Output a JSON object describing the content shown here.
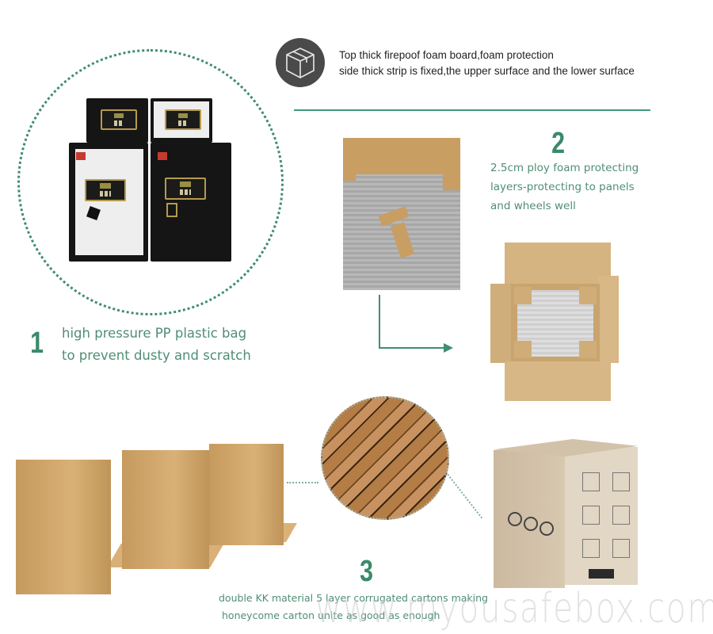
{
  "header": {
    "icon": "package-box-icon",
    "line1": "Top thick firepoof foam board,foam protection",
    "line2": "side thick strip is fixed,the upper surface and the lower surface"
  },
  "steps": [
    {
      "number": "1",
      "lines": [
        "high pressure PP plastic bag",
        "to prevent dusty and scratch"
      ],
      "image": "safes-group-photo"
    },
    {
      "number": "2",
      "lines": [
        "2.5cm ploy foam protecting",
        "layers-protecting to panels",
        "and wheels well"
      ],
      "images": [
        "foam-corner-protector-photo",
        "open-carton-with-foam-photo"
      ]
    },
    {
      "number": "3",
      "lines": [
        "double KK material 5 layer corrugated cartons making",
        "honeycome carton unite as good as enough"
      ],
      "images": [
        "open-cartons-photo",
        "corrugated-cross-section-photo",
        "closed-carton-photo"
      ]
    }
  ],
  "watermark": "www.myousafebox.com",
  "colors": {
    "accent_green": "#3a8a6a",
    "text_green": "#4f8e74",
    "header_icon_bg": "#4a4a4a"
  }
}
